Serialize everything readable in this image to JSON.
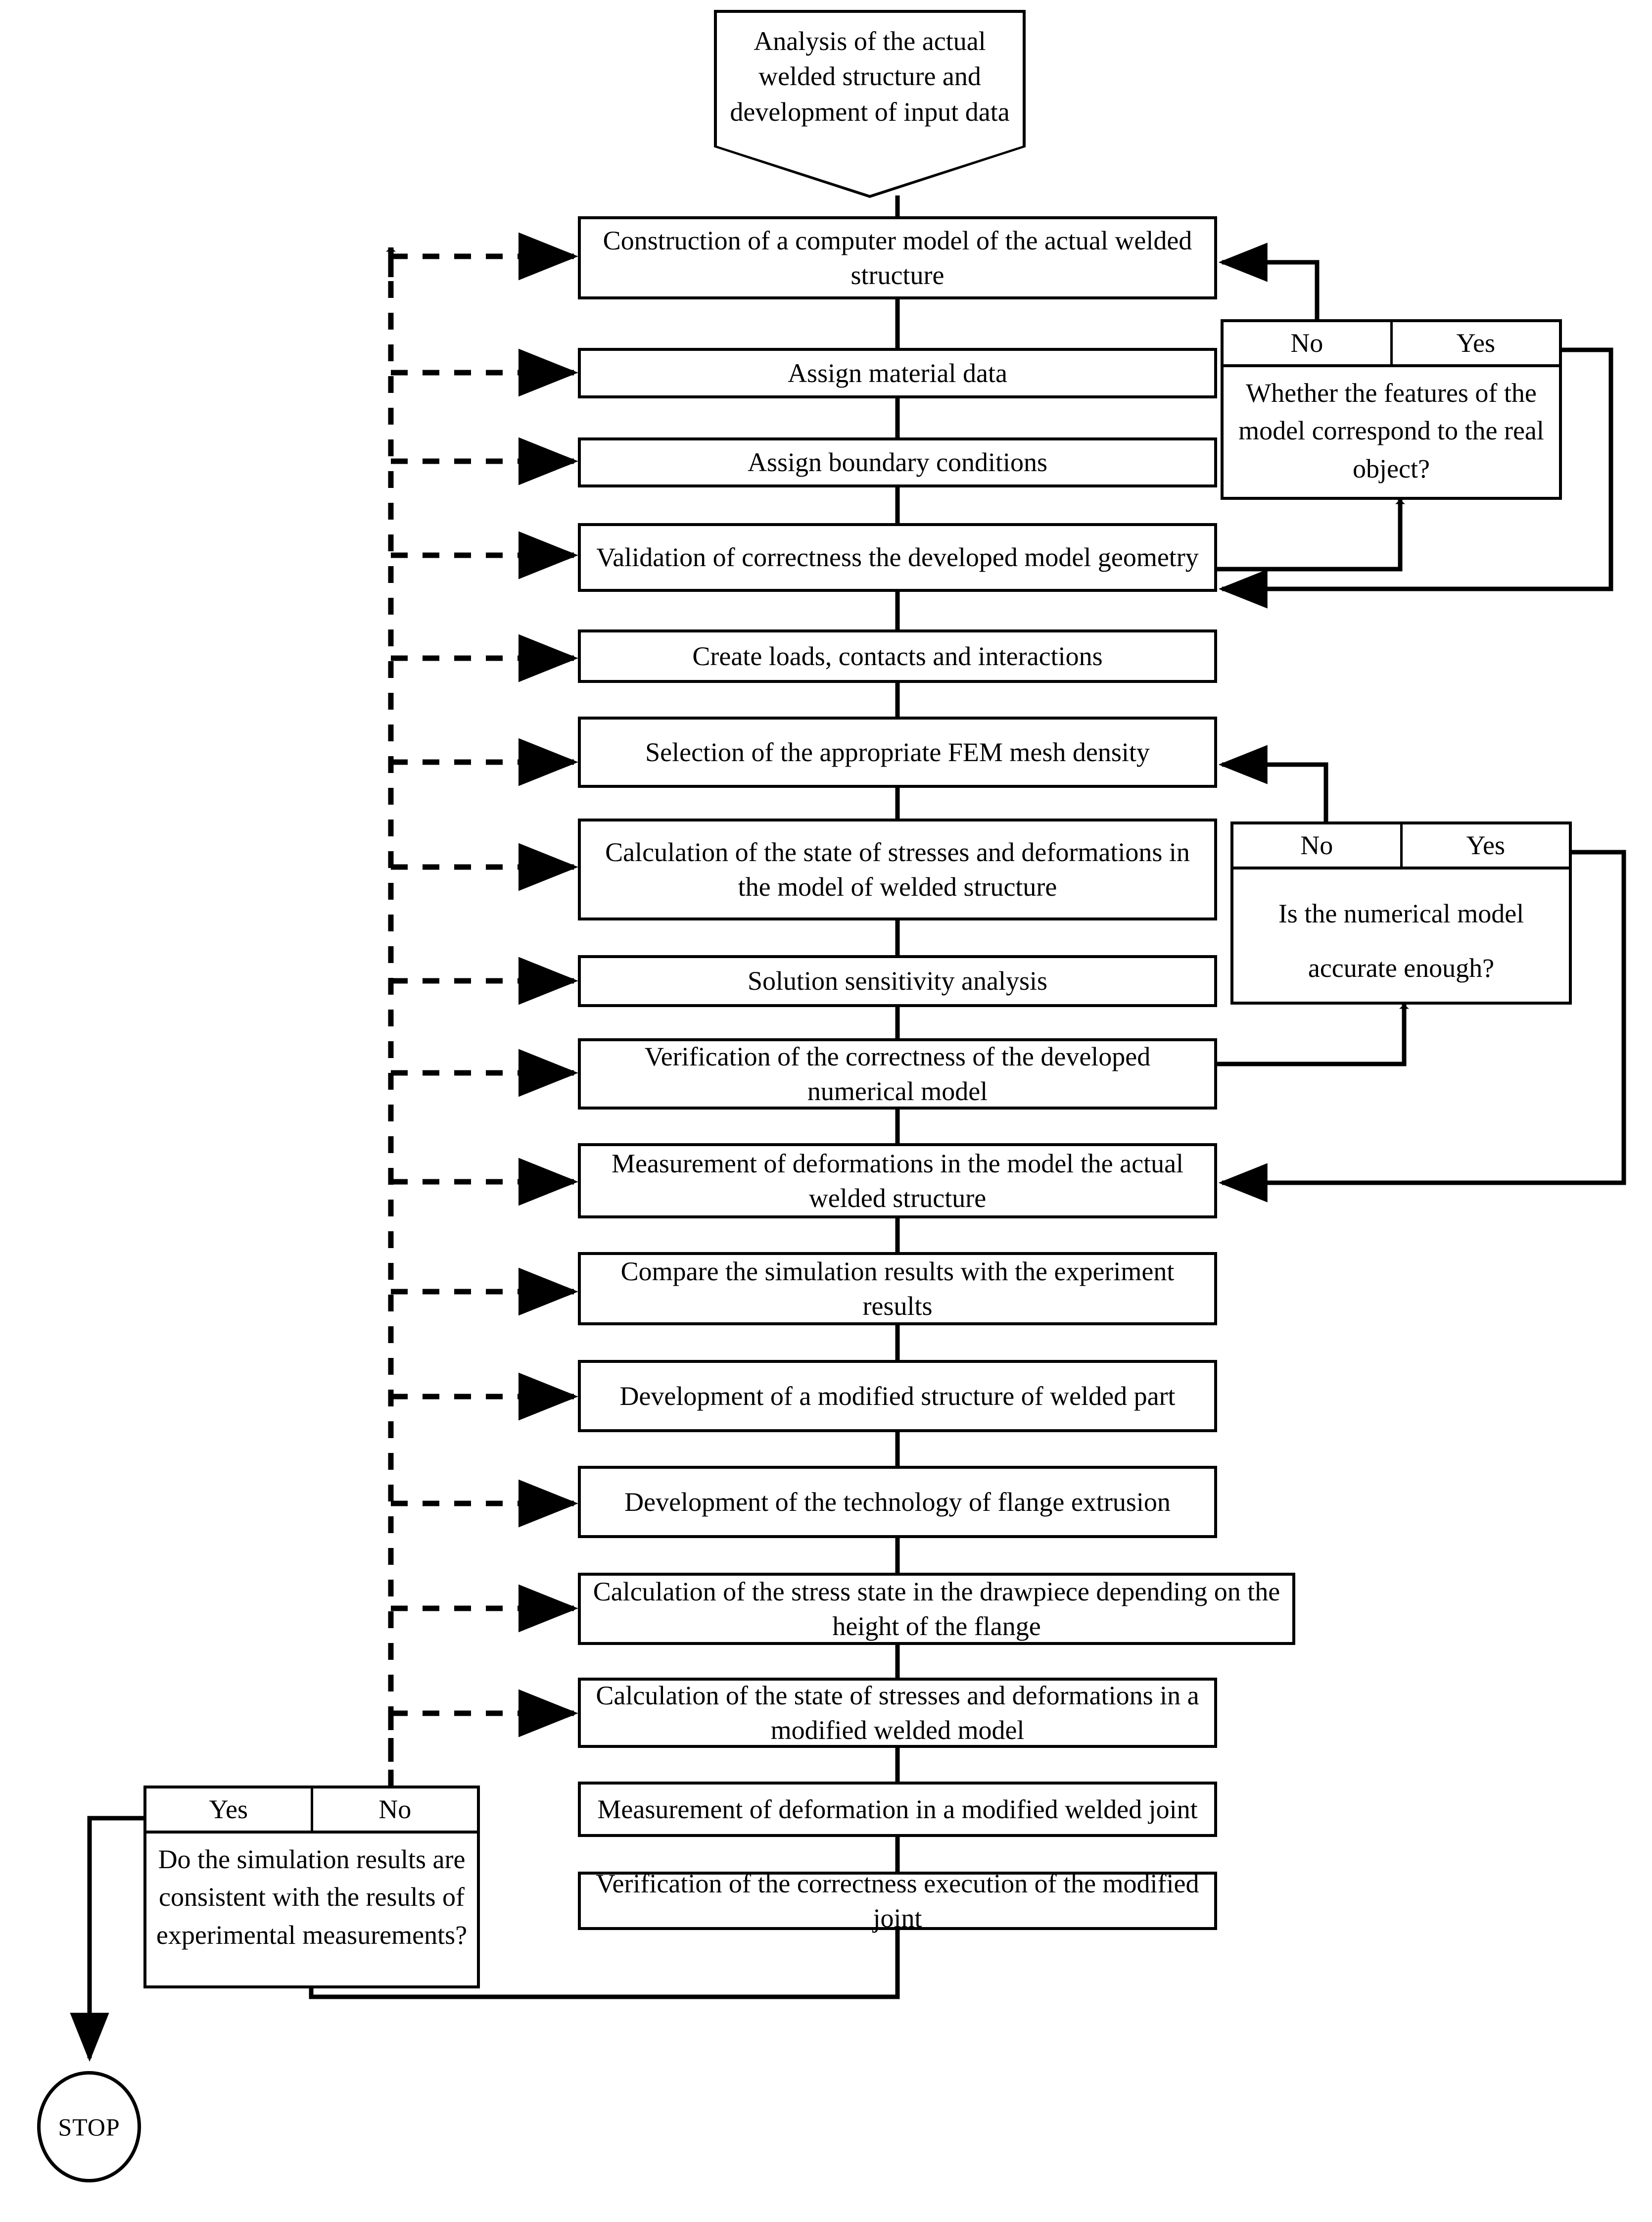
{
  "diagram": {
    "title_shape": {
      "label": "Analysis of the actual welded structure and development of input data"
    },
    "terminator": {
      "label": "STOP"
    },
    "process_steps": [
      {
        "id": "construction",
        "label": "Construction of a computer model of the actual welded structure"
      },
      {
        "id": "material",
        "label": "Assign material data"
      },
      {
        "id": "boundary",
        "label": "Assign boundary conditions"
      },
      {
        "id": "validation",
        "label": "Validation of correctness the developed model geometry"
      },
      {
        "id": "loads",
        "label": "Create loads, contacts and interactions"
      },
      {
        "id": "mesh",
        "label": "Selection of the appropriate FEM mesh density"
      },
      {
        "id": "calc-stress",
        "label": "Calculation of the state of stresses and deformations in the model of welded structure"
      },
      {
        "id": "sensitivity",
        "label": "Solution sensitivity analysis"
      },
      {
        "id": "verification",
        "label": "Verification of the correctness of the developed numerical model"
      },
      {
        "id": "measure-model",
        "label": "Measurement of deformations in the model the actual welded structure"
      },
      {
        "id": "compare",
        "label": "Compare the simulation results with the experiment results"
      },
      {
        "id": "modified-struct",
        "label": "Development of a modified structure of welded part"
      },
      {
        "id": "flange-tech",
        "label": "Development of the technology of flange extrusion"
      },
      {
        "id": "drawpiece",
        "label": "Calculation of the stress state in the drawpiece depending on the height of the flange"
      },
      {
        "id": "calc-modified",
        "label": "Calculation of the state of stresses and deformations in a modified welded model"
      },
      {
        "id": "measure-joint",
        "label": "Measurement of deformation in a modified welded joint"
      },
      {
        "id": "verify-joint",
        "label": "Verification of the correctness execution of the modified joint"
      }
    ],
    "decisions": [
      {
        "id": "model-features",
        "left_option": "No",
        "right_option": "Yes",
        "question": "Whether the features of the model correspond to the real object?"
      },
      {
        "id": "numerical-accuracy",
        "left_option": "No",
        "right_option": "Yes",
        "question": "Is the numerical model accurate enough?"
      },
      {
        "id": "results-consistent",
        "left_option": "Yes",
        "right_option": "No",
        "question": "Do the simulation results are consistent with the results of experimental measurements?"
      }
    ],
    "colors": {
      "stroke": "#000000",
      "fill": "#ffffff"
    }
  }
}
